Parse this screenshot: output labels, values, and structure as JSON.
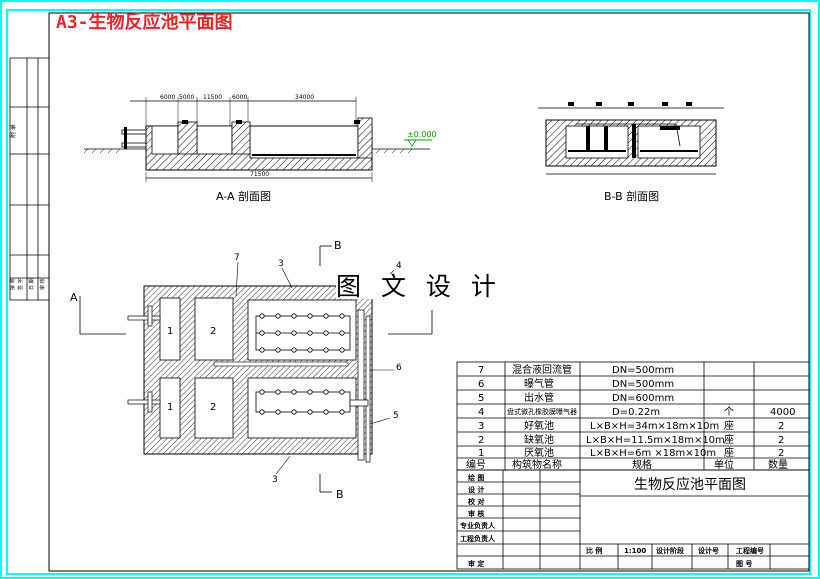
{
  "title": "A3-生物反应池平面图",
  "watermark": "图 文 设 计",
  "colors": {
    "border": "#00ffff",
    "title": "#e8262a",
    "ground": "#00a000",
    "hatch": "#000000"
  },
  "left_strip": {
    "label_top": "附 录",
    "labels_bottom": [
      "接 收",
      "签 字",
      "日 期",
      "审 核"
    ]
  },
  "section_aa": {
    "caption": "A-A  剖面图",
    "dims_top": [
      "6000",
      "5000",
      "11500",
      "6000",
      "34000"
    ],
    "dim_bottom": "71500",
    "level": "±0.000"
  },
  "section_bb": {
    "caption": "B-B  剖面图"
  },
  "plan": {
    "section_marks": [
      "A",
      "B",
      "B"
    ],
    "tank_labels": [
      "1",
      "2",
      "1",
      "2"
    ],
    "callouts": [
      "7",
      "3",
      "4",
      "6",
      "5",
      "3"
    ]
  },
  "parts_table": {
    "rows": [
      {
        "no": "7",
        "name": "混合液回流管",
        "spec": "DN=500mm",
        "unit": "",
        "qty": ""
      },
      {
        "no": "6",
        "name": "曝气管",
        "spec": "DN=500mm",
        "unit": "",
        "qty": ""
      },
      {
        "no": "5",
        "name": "出水管",
        "spec": "DN=600mm",
        "unit": "",
        "qty": ""
      },
      {
        "no": "4",
        "name": "盘式微孔橡胶膜曝气器",
        "spec": "D=0.22m",
        "unit": "个",
        "qty": "4000"
      },
      {
        "no": "3",
        "name": "好氧池",
        "spec": "L×B×H=34m×18m×10m",
        "unit": "座",
        "qty": "2"
      },
      {
        "no": "2",
        "name": "缺氧池",
        "spec": "L×B×H=11.5m×18m×10m",
        "unit": "座",
        "qty": "2"
      },
      {
        "no": "1",
        "name": "厌氧池",
        "spec": "L×B×H=6m ×18m×10m",
        "unit": "座",
        "qty": "2"
      }
    ],
    "headers": {
      "no": "编号",
      "name": "构筑物名称",
      "spec": "规格",
      "unit": "单位",
      "qty": "数量"
    }
  },
  "title_block": {
    "roles": [
      "绘 图",
      "设 计",
      "校 对",
      "审 核",
      "专业负责人",
      "工程负责人",
      "审  定"
    ],
    "drawing_name": "生物反应池平面图",
    "scale_label": "比  例",
    "scale_value": "1:100",
    "design_stage": "设计阶段",
    "design_no": "设计号",
    "project_no": "工程编号",
    "sheet_no": "图  号"
  }
}
